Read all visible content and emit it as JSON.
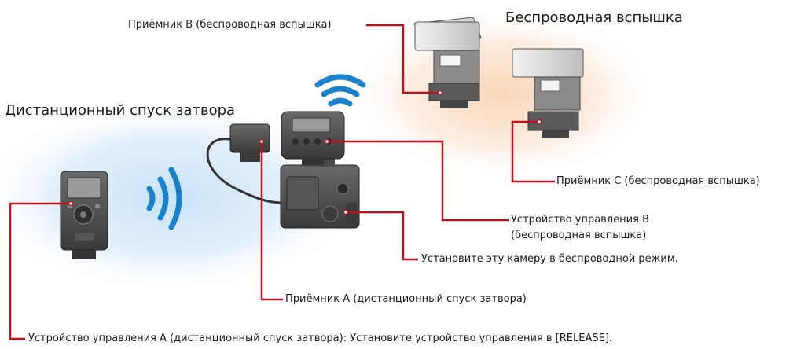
{
  "headings": {
    "wireless_flash": "Беспроводная вспышка",
    "remote_shutter": "Дистанционный спуск затвора"
  },
  "labels": {
    "receiver_b": "Приёмник B (беспроводная вспышка)",
    "receiver_c": "Приёмник C (беспроводная вспышка)",
    "controller_b_line1": "Устройство управления B",
    "controller_b_line2": "(беспроводная вспышка)",
    "camera_mode": "Установите эту камеру в беспроводной режим.",
    "receiver_a": "Приёмник A (дистанционный спуск затвора)",
    "controller_a": "Устройство управления A (дистанционный спуск затвора): Установите устройство управления в [RELEASE]."
  },
  "colors": {
    "leader": "#c0101e",
    "signal": "#1a82cc",
    "device": "#4a4a4a",
    "glow_blue": "#cfe6f8",
    "glow_orange": "#fbe1cc"
  },
  "icons": {
    "signal_left": "wireless-signal-icon",
    "signal_top": "wireless-signal-icon"
  }
}
